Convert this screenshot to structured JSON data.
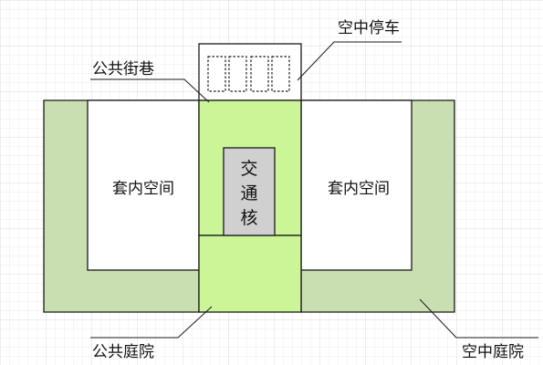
{
  "labels": {
    "roof_parking": "空中停车",
    "public_street": "公共街巷",
    "unit_left": "套内空间",
    "unit_right": "套内空间",
    "core_line1": "交",
    "core_line2": "通",
    "core_line3": "核",
    "public_courtyard": "公共庭院",
    "sky_garden": "空中庭院"
  },
  "colors": {
    "sky_garden_fill": "#c9dfb1",
    "public_fill": "#ccf598",
    "core_fill": "#d0d0d0",
    "unit_fill": "#ffffff",
    "line": "#1a1a1a",
    "grid_minor": "#eeeeee",
    "grid_major": "#dcdcdc"
  }
}
